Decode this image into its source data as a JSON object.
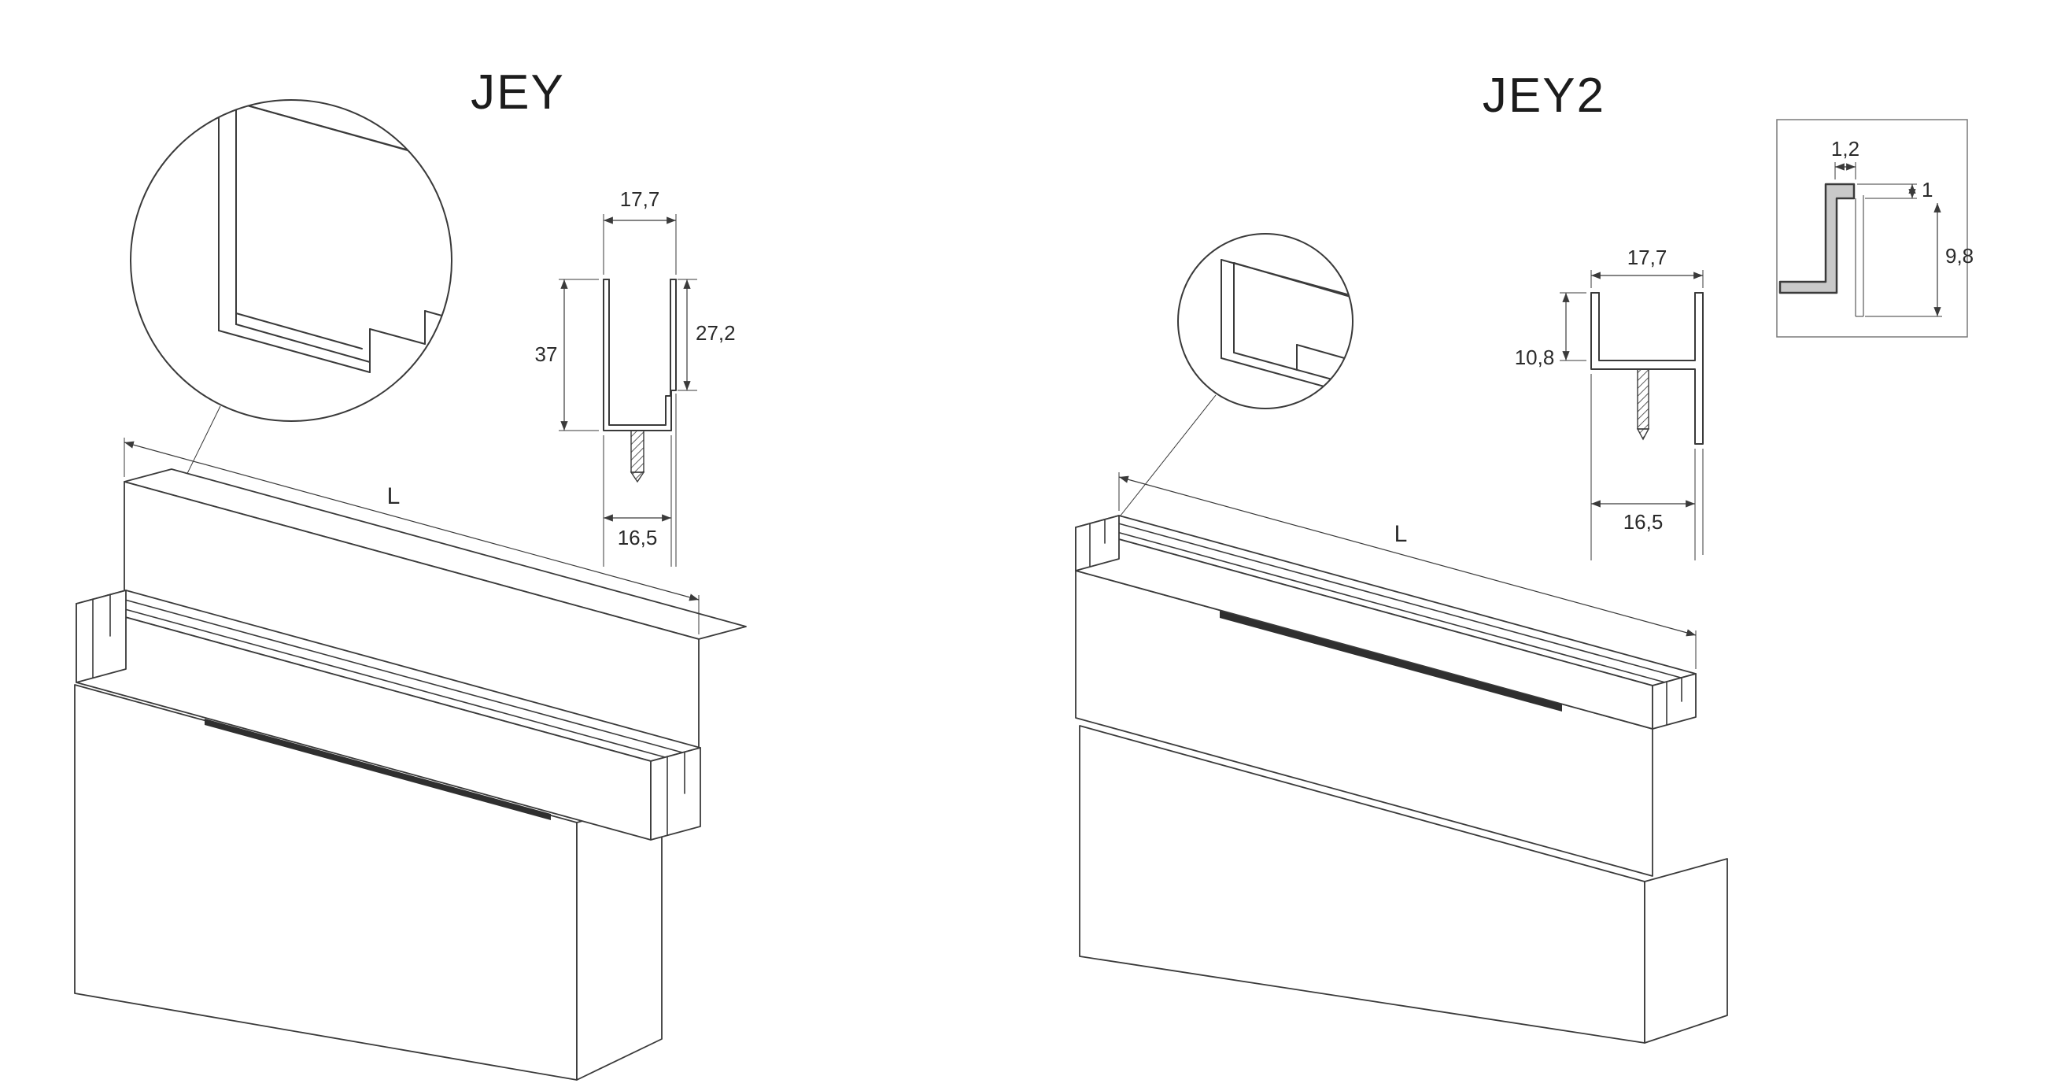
{
  "page": {
    "background": "#ffffff",
    "line_color": "#3a3a3a"
  },
  "jey": {
    "title": "JEY",
    "section": {
      "top_width": "17,7",
      "height": "37",
      "right_height": "27,2",
      "bottom_width": "16,5"
    },
    "iso": {
      "length_label": "L"
    }
  },
  "jey2": {
    "title": "JEY2",
    "section": {
      "top_width": "17,7",
      "height": "10,8",
      "bottom_width": "16,5"
    },
    "iso": {
      "length_label": "L"
    },
    "detail": {
      "ledge_width": "1,2",
      "lip": "1",
      "depth": "9,8"
    }
  }
}
